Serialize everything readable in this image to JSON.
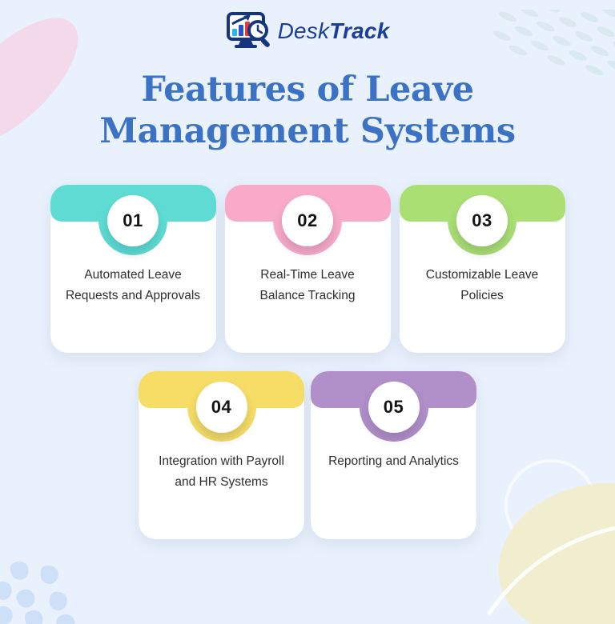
{
  "page": {
    "background_color": "#e9f1fc"
  },
  "logo": {
    "name_regular": "Desk",
    "name_bold": "Track",
    "text_color": "#1c3e9b",
    "icon": "desktrack-monitor-chart-magnifier-clock"
  },
  "title": {
    "line1": "Features of Leave",
    "line2": "Management Systems",
    "color": "#3b72c4"
  },
  "cards": [
    {
      "number": "01",
      "label": "Automated Leave Requests and Approvals",
      "color": "#5edcd4"
    },
    {
      "number": "02",
      "label": "Real-Time Leave Balance Tracking",
      "color": "#f9aac9"
    },
    {
      "number": "03",
      "label": "Customizable Leave Policies",
      "color": "#aadf74"
    },
    {
      "number": "04",
      "label": "Integration with Payroll and HR Systems",
      "color": "#f6dd66"
    },
    {
      "number": "05",
      "label": "Reporting and Analytics",
      "color": "#b18fc9"
    }
  ],
  "decor": {
    "pink_blob": "#f3d9e9",
    "teal_dashes": "#d9e9ef",
    "blue_dots": "#cde0f7",
    "cream_blob": "#f0eecf"
  }
}
